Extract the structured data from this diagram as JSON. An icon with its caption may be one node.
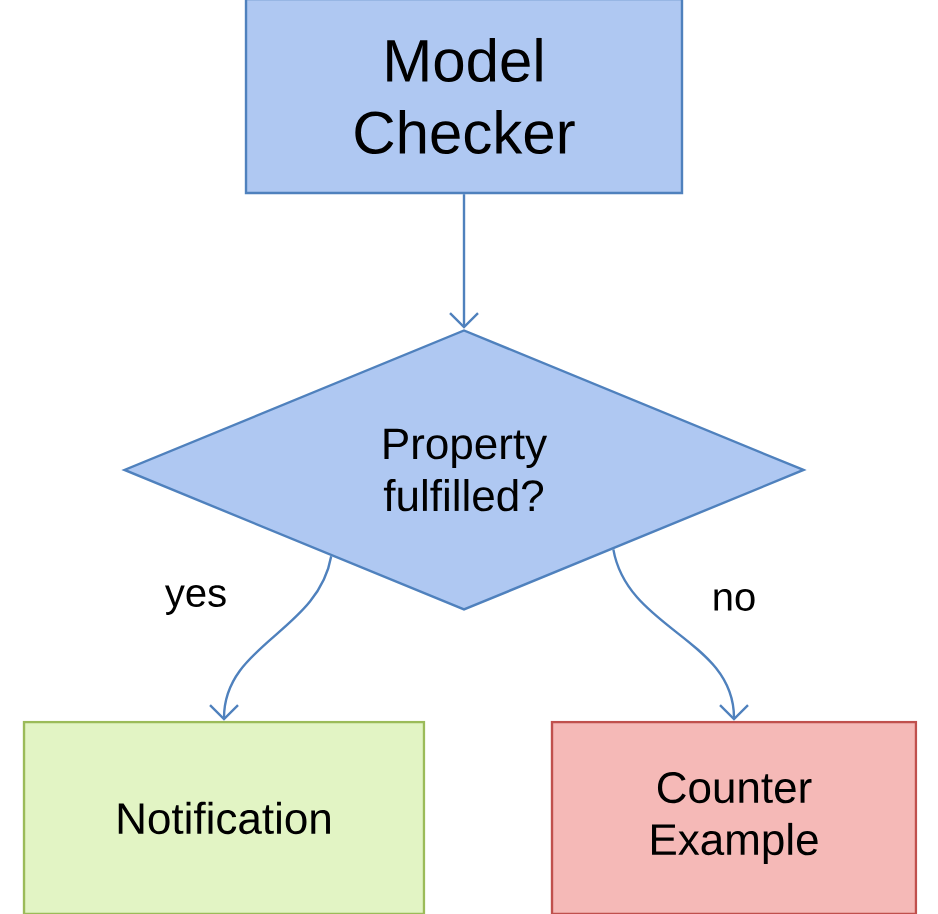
{
  "diagram": {
    "nodes": [
      {
        "text": [
          "Model Checker"
        ]
      },
      {
        "text": [
          "Property fulfilled?"
        ]
      },
      {
        "text": [
          "Notification"
        ]
      },
      {
        "text": [
          "Counter Example"
        ]
      }
    ],
    "edges": [
      {
        "from": 0,
        "to": 1,
        "arrow": "to"
      },
      {
        "from": 1,
        "to": 2,
        "arrow": "to",
        "label": "yes"
      },
      {
        "from": 1,
        "to": 3,
        "arrow": "to",
        "label": "no"
      }
    ]
  }
}
